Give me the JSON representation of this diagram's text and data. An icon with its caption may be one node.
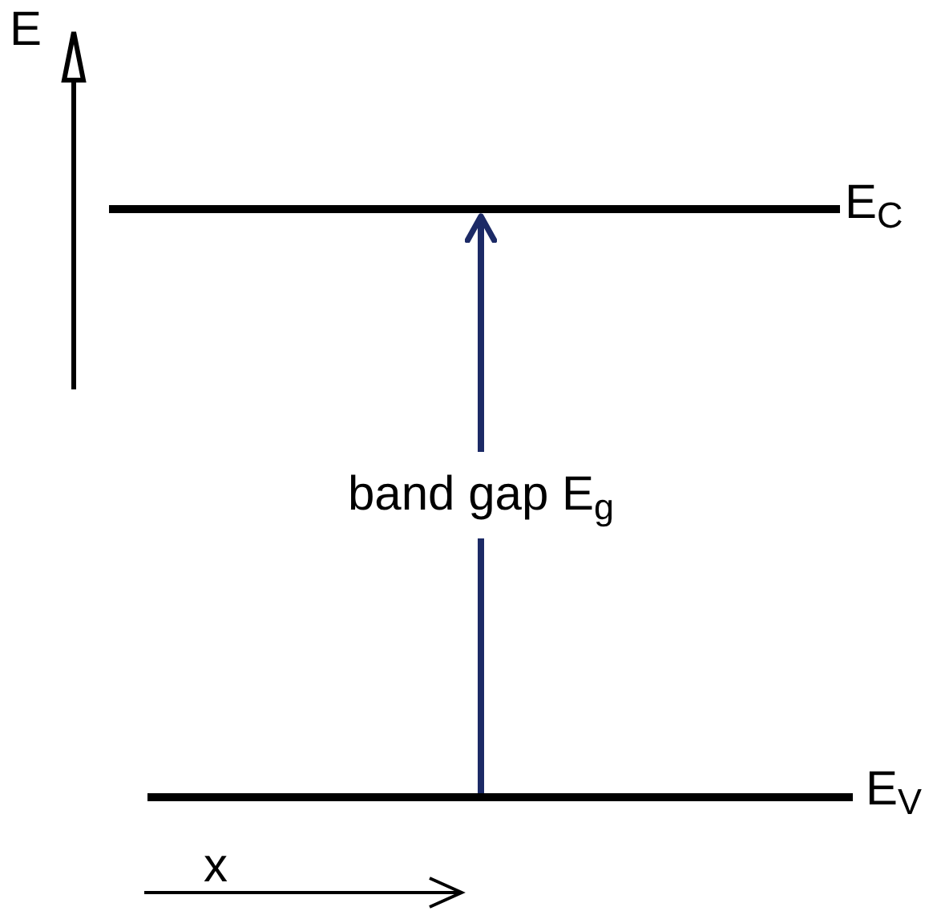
{
  "diagram": {
    "nodes": [
      {
        "text": [],
        "shape": "bar",
        "beside": [
          "E$_{C}$"
        ]
      },
      {
        "text": [],
        "shape": "bar",
        "beside": [
          "E$_{V}$"
        ]
      }
    ],
    "edges": [
      {
        "from": 1,
        "to": 0,
        "arrow": "to",
        "label": "band gap E$_{g}$"
      }
    ],
    "labels": [
      "E",
      "x"
    ]
  }
}
